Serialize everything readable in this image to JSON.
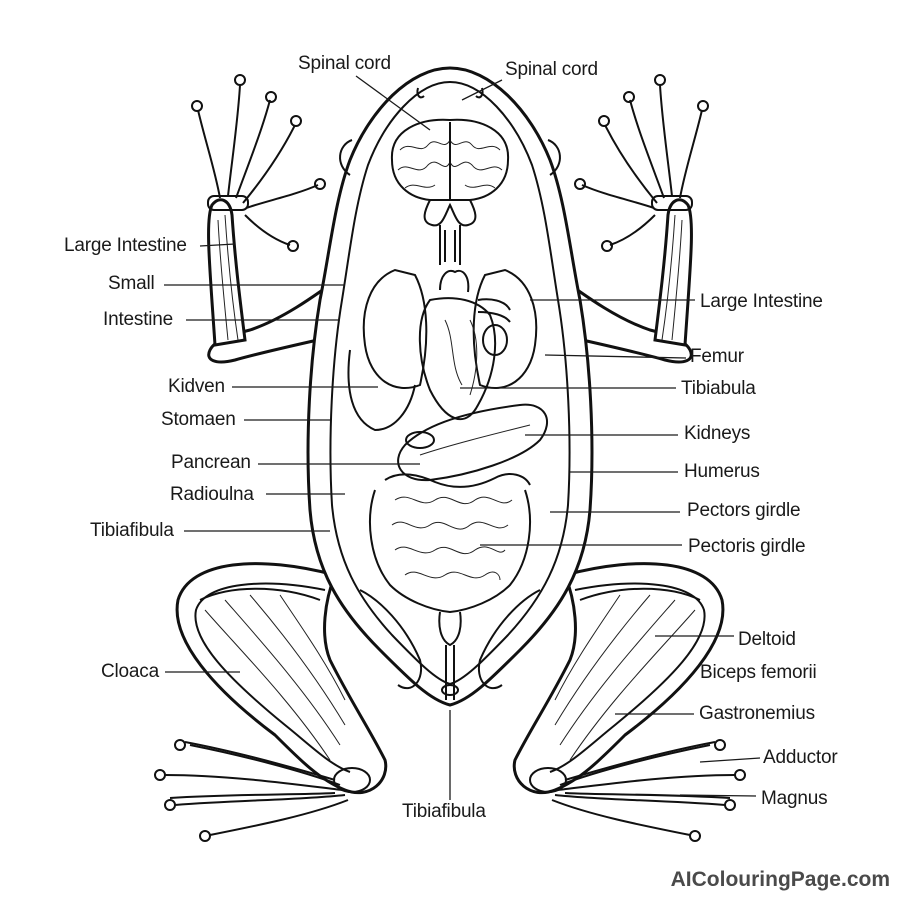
{
  "labels": {
    "spinal_cord_left": "Spinal cord",
    "spinal_cord_right": "Spinal cord",
    "large_intestine_left": "Large Intestine",
    "small": "Small",
    "intestine": "Intestine",
    "kidven": "Kidven",
    "stomaen": "Stomaen",
    "pancrean": "Pancrean",
    "radioulna": "Radioulna",
    "tibiafibula_left": "Tibiafibula",
    "cloaca": "Cloaca",
    "tibiafibula_bottom": "Tibiafibula",
    "large_intestine_right": "Large Intestine",
    "femur": "Femur",
    "tibiabula": "Tibiabula",
    "kidneys": "Kidneys",
    "humerus": "Humerus",
    "pectors_girdle": "Pectors girdle",
    "pectoris_girdle": "Pectoris girdle",
    "deltoid": "Deltoid",
    "biceps_femorii": "Biceps femorii",
    "gastronemius": "Gastronemius",
    "adductor": "Adductor",
    "magnus": "Magnus"
  },
  "watermark": "AIColouringPage.com"
}
